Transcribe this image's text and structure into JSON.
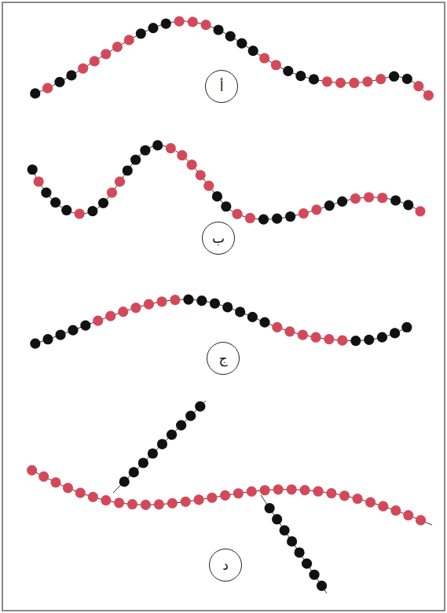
{
  "diagram": {
    "nodes": [
      {
        "text": [
          "أ"
        ]
      },
      {
        "text": [
          "ب"
        ]
      },
      {
        "text": [
          "ج"
        ]
      },
      {
        "text": [
          "د"
        ]
      }
    ]
  }
}
